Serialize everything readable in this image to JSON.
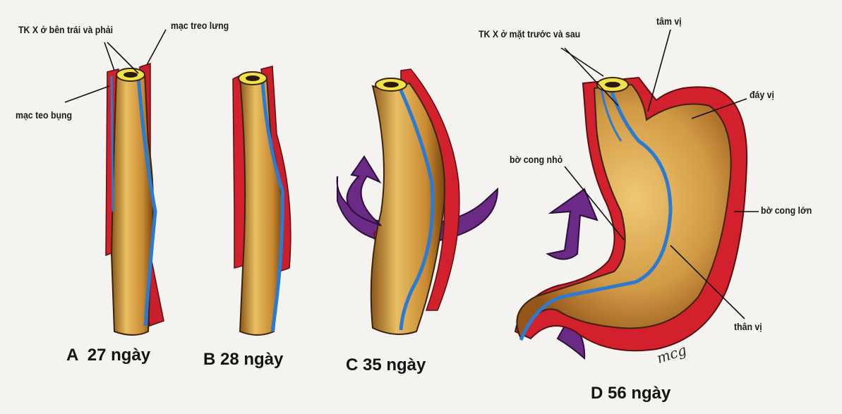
{
  "labels": {
    "vagus_left_right": "TK X ở bên trái và phải",
    "dorsal_mesentery": "mạc treo lưng",
    "ventral_mesentery": "mạc teo bụng",
    "vagus_front_back": "TK X ở mặt trước và sau",
    "cardia": "tâm vị",
    "fundus": "đáy vị",
    "lesser_curvature": "bờ cong nhỏ",
    "greater_curvature": "bờ cong lớn",
    "body": "thân vị"
  },
  "captions": {
    "a": "A  27 ngày",
    "b": "B 28 ngày",
    "c": "C 35 ngày",
    "d": "D 56 ngày"
  },
  "signature": "mcg",
  "colors": {
    "tissue": "#d9a449",
    "tissue_dark": "#9a6420",
    "mesentery": "#d2212c",
    "nerve": "#2a7bd1",
    "arrow": "#6a2a86",
    "lumen_ring": "#f2e24a"
  }
}
